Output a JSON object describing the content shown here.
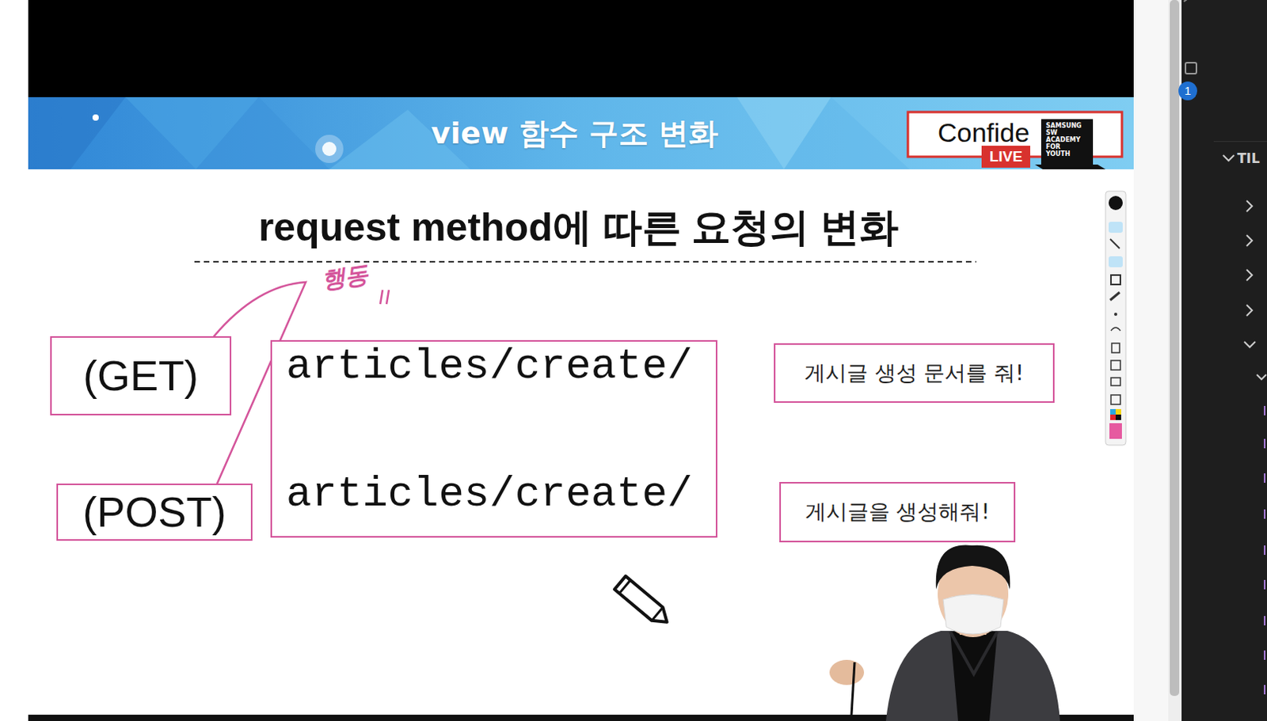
{
  "diagram": {
    "title": "request method에 따른 요청의 변화",
    "nodes": [
      {
        "text": [
          "(GET)"
        ]
      },
      {
        "text": [
          "articles/create/",
          "articles/create/"
        ]
      },
      {
        "text": [
          "게시글 생성 문서를 줘!"
        ]
      },
      {
        "text": [
          "(POST)"
        ]
      },
      {
        "text": [
          "게시글을 생성해줘!"
        ]
      }
    ],
    "edges": [
      {
        "from": 0,
        "to": 3,
        "arrow": "none",
        "label": "행동"
      }
    ],
    "labels": [
      "view 함수 구조 변화",
      "Confide",
      "LIVE",
      "SAMSUNG SW ACADEMY FOR YOUTH",
      "1",
      "TIL"
    ]
  }
}
